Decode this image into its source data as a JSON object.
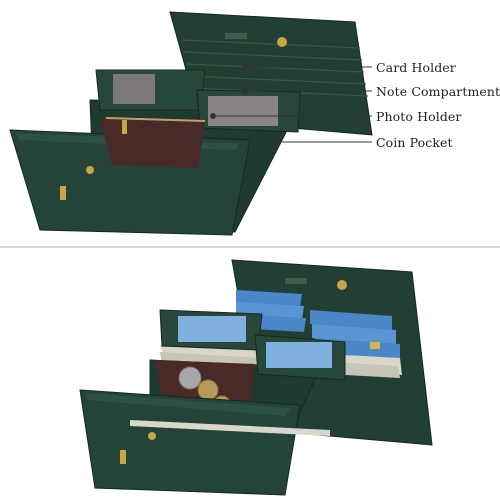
{
  "callouts": {
    "card_holder": "Card Holder",
    "note_compartment": "Note Compartment",
    "photo_holder": "Photo Holder",
    "coin_pocket": "Coin Pocket"
  },
  "colors": {
    "wallet_green": "#1f3a2f",
    "wallet_green_light": "#2c5142",
    "lining": "#4a2a28",
    "gold": "#c9a548",
    "card_blue": "#4a86c8",
    "banknote": "#d9d6cc",
    "divider": "#d8d8d8"
  }
}
